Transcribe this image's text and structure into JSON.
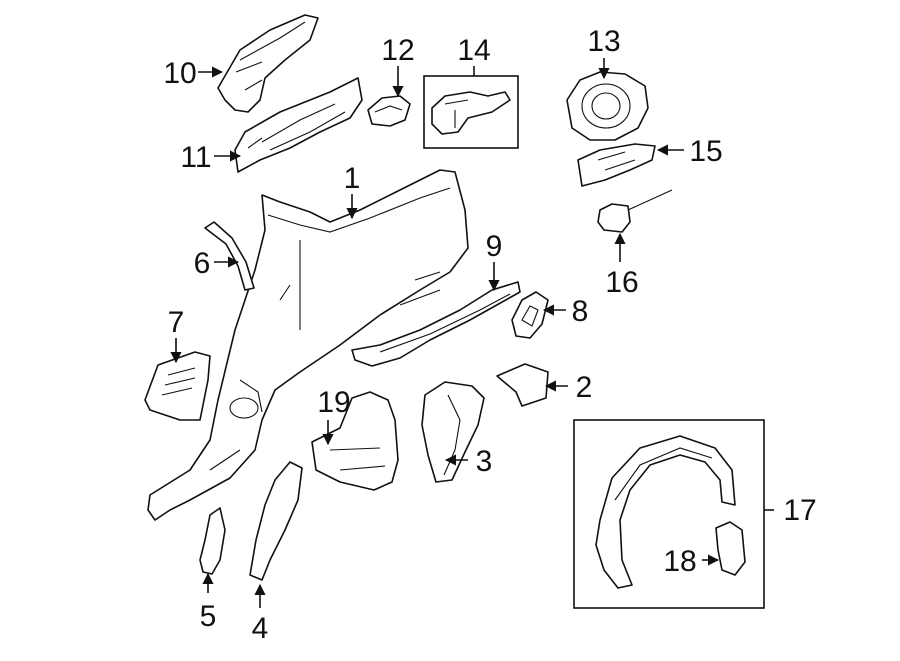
{
  "callouts": {
    "c1": "1",
    "c2": "2",
    "c3": "3",
    "c4": "4",
    "c5": "5",
    "c6": "6",
    "c7": "7",
    "c8": "8",
    "c9": "9",
    "c10": "10",
    "c11": "11",
    "c12": "12",
    "c13": "13",
    "c14": "14",
    "c15": "15",
    "c16": "16",
    "c17": "17",
    "c18": "18",
    "c19": "19"
  },
  "colors": {
    "line": "#111111",
    "background": "#ffffff"
  }
}
